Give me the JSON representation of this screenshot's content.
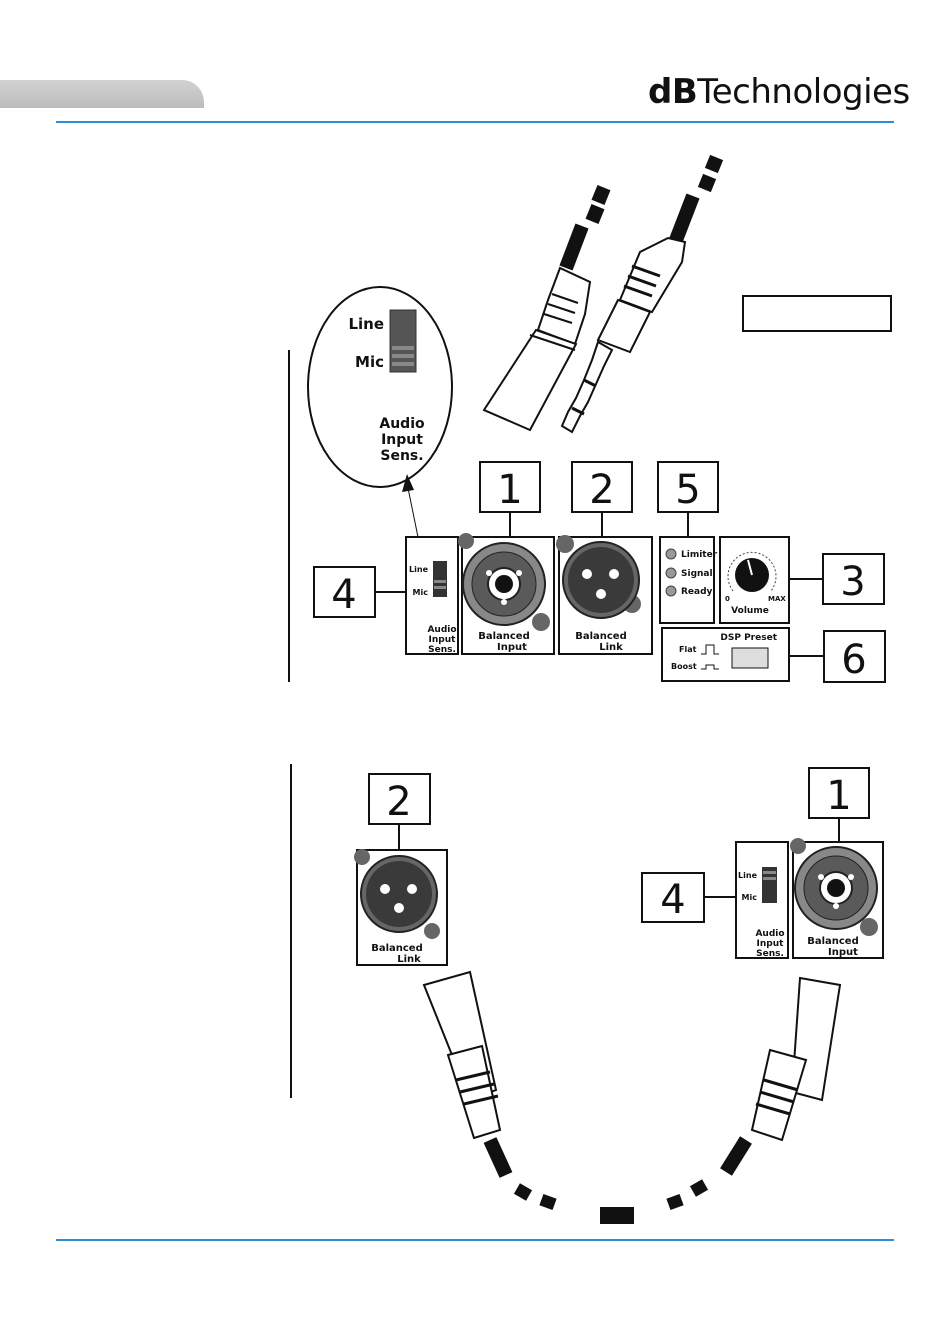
{
  "brand": {
    "bold": "dB",
    "rest": "Technologies"
  },
  "top_panel": {
    "sens_switch": {
      "line": "Line",
      "mic": "Mic",
      "caption": [
        "Audio",
        "Input",
        "Sens."
      ]
    },
    "zoom": {
      "line": "Line",
      "mic": "Mic",
      "caption": [
        "Audio",
        "Input",
        "Sens."
      ]
    },
    "balanced_input": [
      "Balanced",
      "Input"
    ],
    "balanced_link": [
      "Balanced",
      "Link"
    ],
    "leds": [
      "Limiter",
      "Signal",
      "Ready"
    ],
    "volume": {
      "label": "Volume",
      "min": "0",
      "max": "MAX"
    },
    "dsp": {
      "title": "DSP Preset",
      "flat": "Flat",
      "boost": "Boost"
    },
    "callouts": {
      "c1": "1",
      "c2": "2",
      "c3": "3",
      "c4": "4",
      "c5": "5",
      "c6": "6"
    }
  },
  "bottom_panel": {
    "balanced_link": [
      "Balanced",
      "Link"
    ],
    "balanced_input": [
      "Balanced",
      "Input"
    ],
    "sens_switch": {
      "line": "Line",
      "mic": "Mic",
      "caption": [
        "Audio",
        "Input",
        "Sens."
      ]
    },
    "callouts": {
      "c1": "1",
      "c2": "2",
      "c4": "4"
    }
  }
}
